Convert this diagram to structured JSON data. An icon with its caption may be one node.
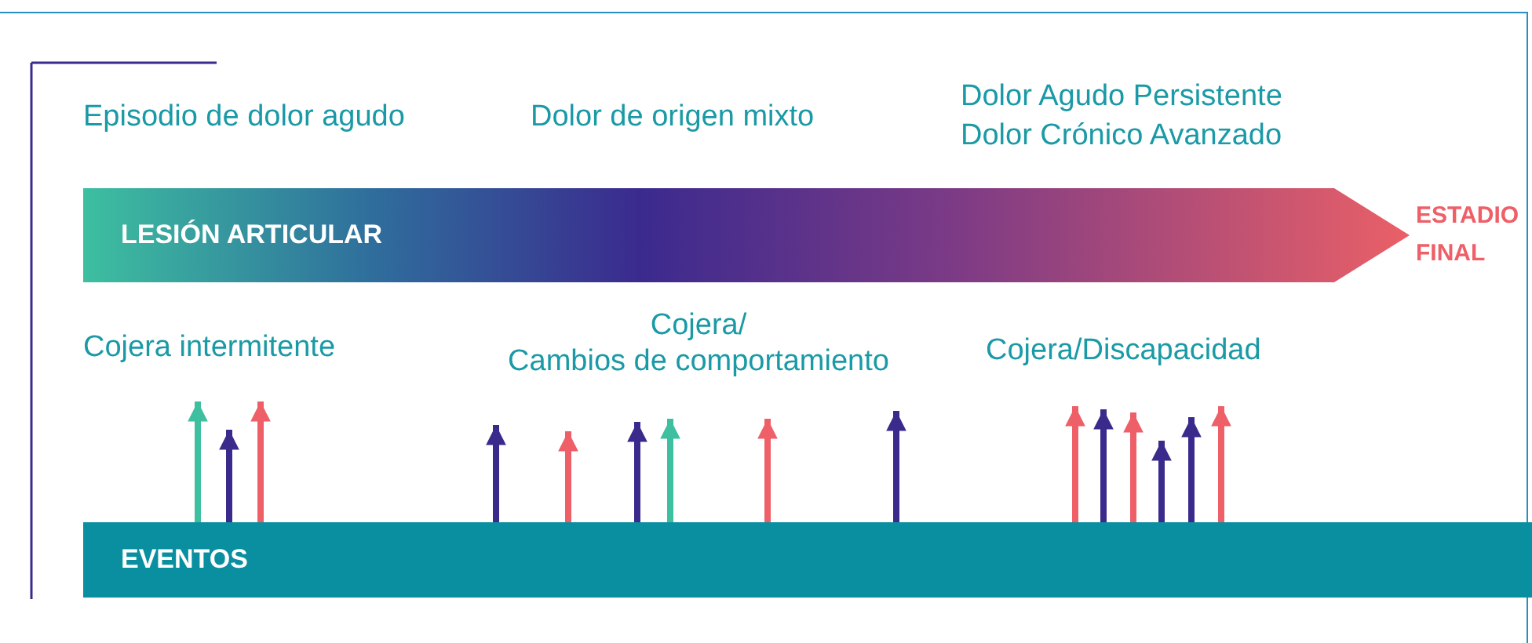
{
  "diagram": {
    "nodes": [
      {
        "text": [
          "LESIÓN ARTICULAR"
        ],
        "beside": [
          "ESTADIO FINAL"
        ]
      },
      {
        "text": [
          "EVENTOS"
        ]
      }
    ],
    "edges": [
      {
        "from": 1,
        "to": null,
        "arrow": "to",
        "color": "#3dbfa0"
      },
      {
        "from": 1,
        "to": null,
        "arrow": "to"
      },
      {
        "from": 1,
        "to": null,
        "arrow": "to",
        "color": "#ee5f67"
      },
      {
        "from": 1,
        "to": null,
        "arrow": "to"
      },
      {
        "from": 1,
        "to": null,
        "arrow": "to",
        "color": "#ee5f67"
      },
      {
        "from": 1,
        "to": null,
        "arrow": "to"
      },
      {
        "from": 1,
        "to": null,
        "arrow": "to",
        "color": "#3dbfa0"
      },
      {
        "from": 1,
        "to": null,
        "arrow": "to",
        "color": "#ee5f67"
      },
      {
        "from": 1,
        "to": null,
        "arrow": "to"
      },
      {
        "from": 1,
        "to": null,
        "arrow": "to",
        "color": "#ee5f67"
      },
      {
        "from": 1,
        "to": null,
        "arrow": "to"
      },
      {
        "from": 1,
        "to": null,
        "arrow": "to",
        "color": "#ee5f67"
      },
      {
        "from": 1,
        "to": null,
        "arrow": "to"
      },
      {
        "from": 1,
        "to": null,
        "arrow": "to"
      },
      {
        "from": 1,
        "to": null,
        "arrow": "to",
        "color": "#ee5f67"
      }
    ],
    "labels": [
      "Episodio de dolor agudo",
      "Dolor de origen mixto",
      "Dolor Agudo Persistente",
      "Dolor Crónico Avanzado",
      "Cojera intermitente",
      "Cojera/ Cambios de comportamiento",
      "Cojera/Discapacidad"
    ]
  }
}
